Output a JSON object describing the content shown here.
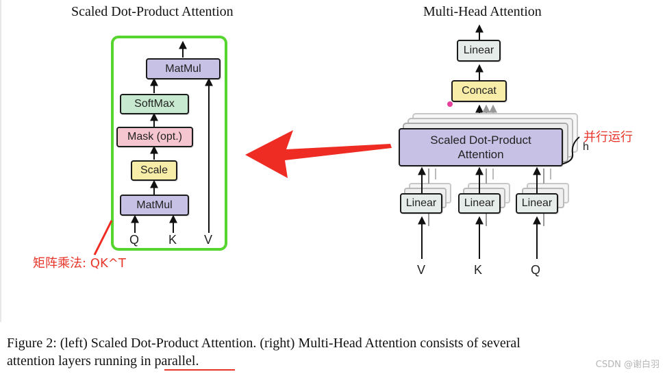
{
  "left_diagram": {
    "title": "Scaled Dot-Product Attention",
    "boxes": {
      "matmul_top": "MatMul",
      "softmax": "SoftMax",
      "mask": "Mask (opt.)",
      "scale": "Scale",
      "matmul_bottom": "MatMul"
    },
    "inputs": {
      "q": "Q",
      "k": "K",
      "v": "V"
    }
  },
  "right_diagram": {
    "title": "Multi-Head Attention",
    "boxes": {
      "linear_top": "Linear",
      "concat": "Concat",
      "attention_line1": "Scaled Dot-Product",
      "attention_line2": "Attention",
      "linear_v": "Linear",
      "linear_k": "Linear",
      "linear_q": "Linear"
    },
    "head_label": "h",
    "inputs": {
      "v": "V",
      "k": "K",
      "q": "Q"
    }
  },
  "annotations": {
    "parallel_note": "并行运行",
    "matmul_note": "矩阵乘法: QK^T"
  },
  "caption": {
    "line1": "Figure 2: (left) Scaled Dot-Product Attention. (right) Multi-Head Attention consists of several",
    "line2_prefix": "attention layers running ",
    "line2_underlined": "in parallel."
  },
  "watermark": "CSDN @谢白羽",
  "colors": {
    "highlight_green": "#56d52f",
    "annotation_red": "#e8352a",
    "matmul_purple": "#c8c1e6",
    "softmax_green": "#c6e9cf",
    "mask_pink": "#f6c6d0",
    "scale_yellow": "#f7eda8",
    "linear_grey": "#e6ece9"
  }
}
